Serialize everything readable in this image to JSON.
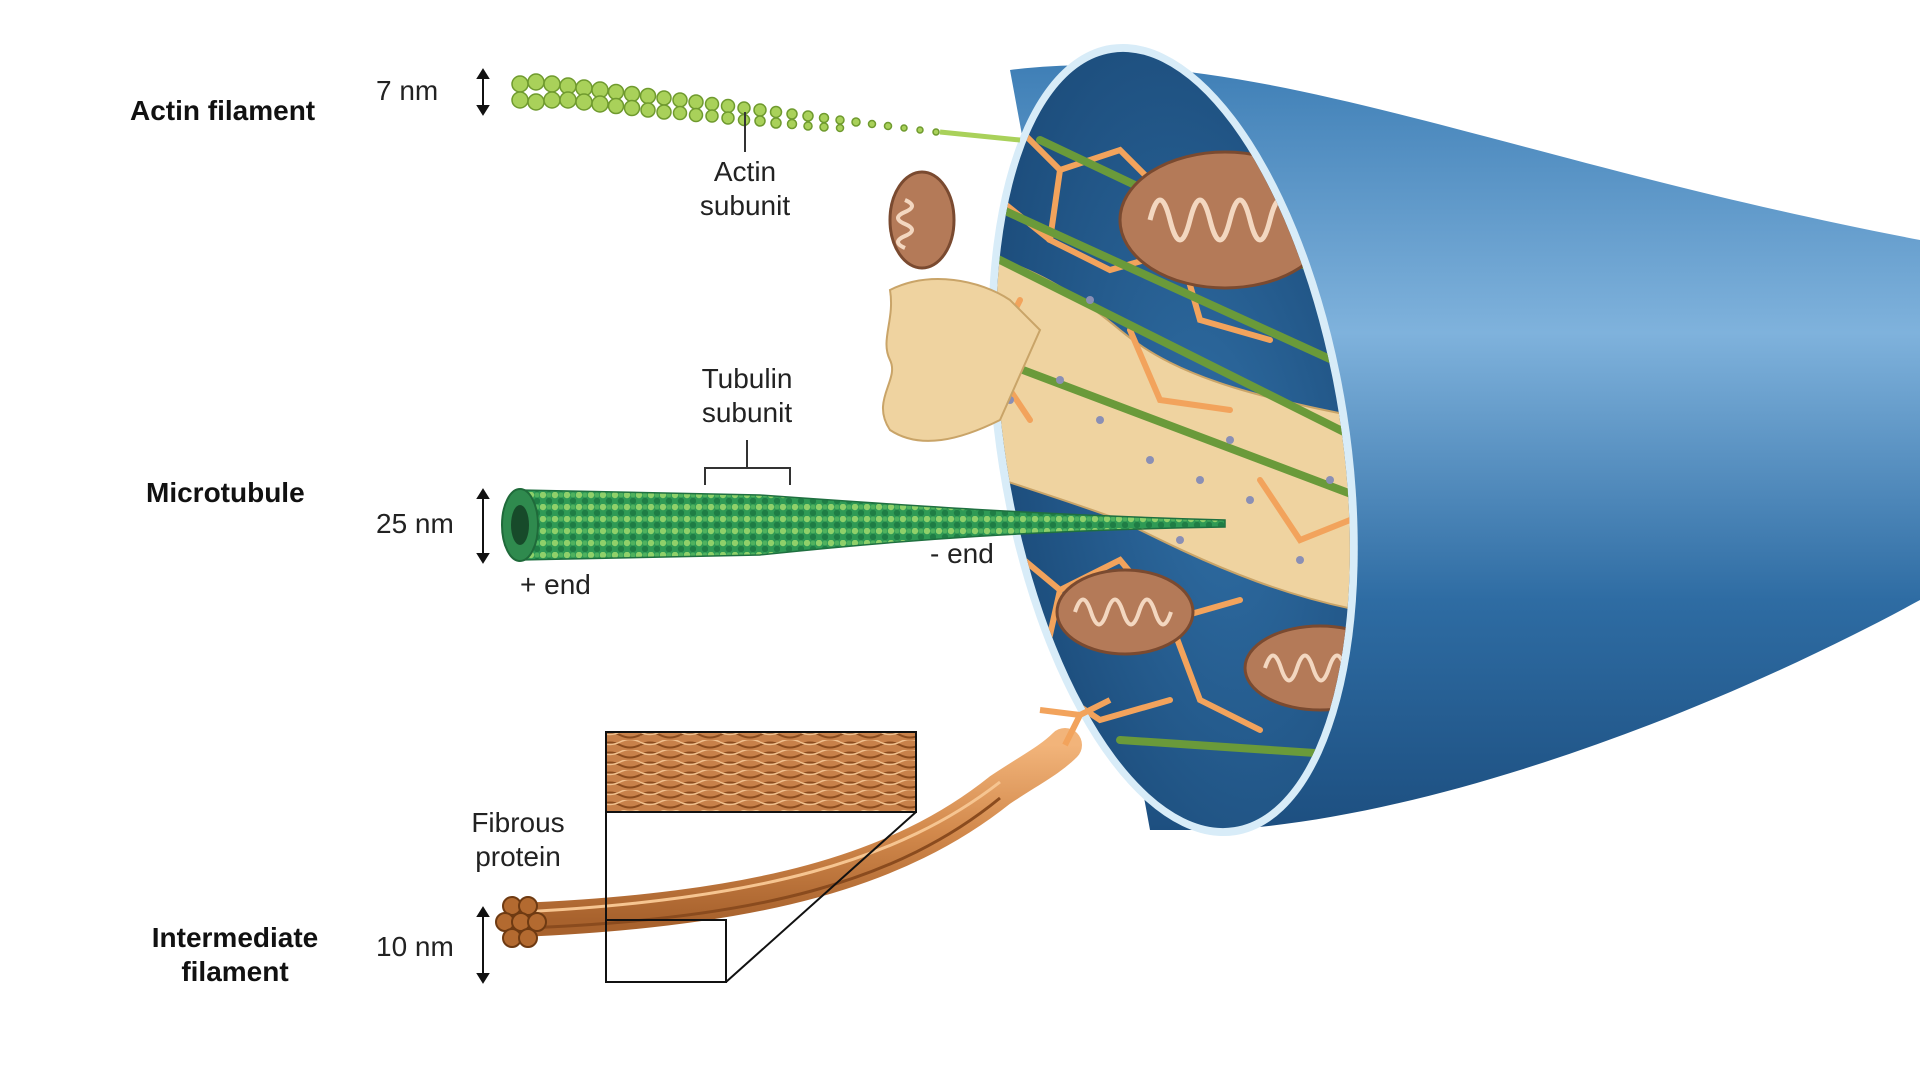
{
  "colors": {
    "membrane_dark": "#1f5d92",
    "membrane_light": "#8fbde0",
    "cytosol": "#2b6a9e",
    "network": "#f2a35c",
    "er": "#f1d4a3",
    "actin": "#a9d15a",
    "microtubule": "#2f9a4e",
    "mitochondria": "#b47a58",
    "intermediate": "#d48a4c",
    "green_rod": "#6a9a3a"
  },
  "labels": {
    "actin_title": "Actin filament",
    "actin_size": "7 nm",
    "actin_subunit": "Actin subunit",
    "microtubule_title": "Microtubule",
    "microtubule_size": "25 nm",
    "tubulin_subunit": "Tubulin subunit",
    "plus_end": "+ end",
    "minus_end": "- end",
    "intermediate_title": "Intermediate filament",
    "intermediate_size": "10 nm",
    "fibrous_protein": "Fibrous protein"
  }
}
